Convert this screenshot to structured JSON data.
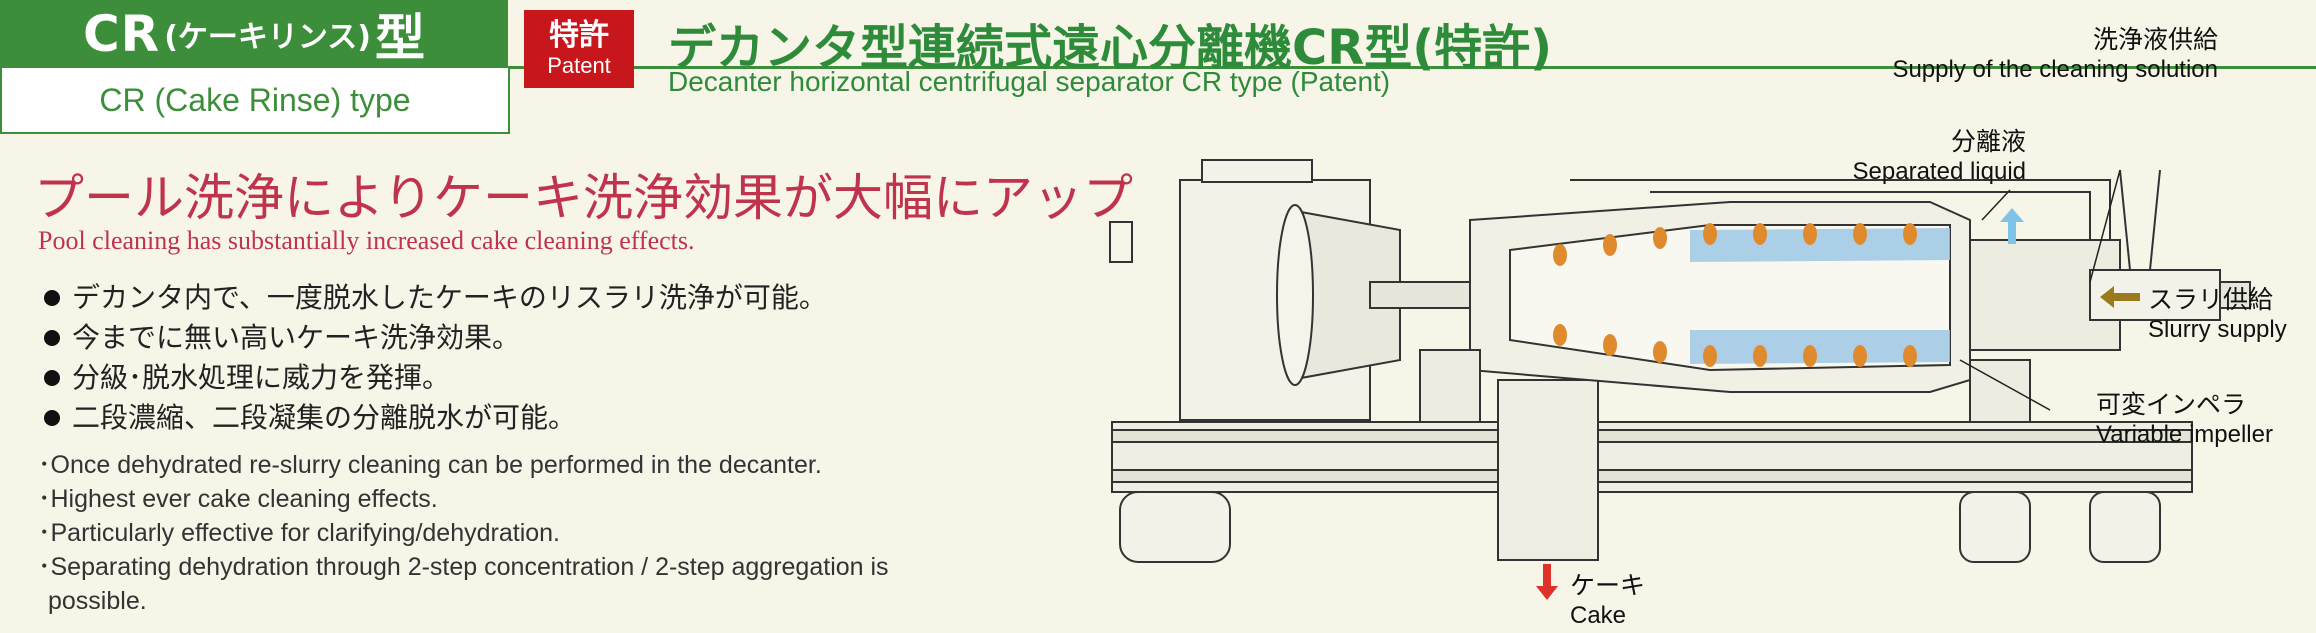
{
  "badge": {
    "cr": "CR",
    "paren_text": "(ケーキリンス)",
    "kata": "型",
    "subtitle": "CR (Cake Rinse) type"
  },
  "patent": {
    "jp": "特許",
    "en": "Patent"
  },
  "title": {
    "jp": "デカンタ型連続式遠心分離機CR型(特許)",
    "en": "Decanter horizontal centrifugal separator CR type (Patent)"
  },
  "headline": {
    "jp": "プール洗浄によりケーキ洗浄効果が大幅にアップ",
    "en": "Pool cleaning has substantially increased cake cleaning effects."
  },
  "bullets_jp": [
    "デカンタ内で、一度脱水したケーキのリスラリ洗浄が可能。",
    "今までに無い高いケーキ洗浄効果。",
    "分級･脱水処理に威力を発揮。",
    "二段濃縮、二段凝集の分離脱水が可能。"
  ],
  "notes_en": [
    "･Once dehydrated re-slurry cleaning can be performed in the decanter.",
    "･Highest ever cake cleaning effects.",
    "･Particularly effective for clarifying/dehydration.",
    "･Separating dehydration through 2-step concentration / 2-step aggregation is possible."
  ],
  "labels": {
    "cleaning_jp": "洗浄液供給",
    "cleaning_en": "Supply of the cleaning solution",
    "separated_jp": "分離液",
    "separated_en": "Separated liquid",
    "slurry_jp": "スラリ供給",
    "slurry_en": "Slurry supply",
    "impeller_jp": "可変インペラ",
    "impeller_en": "Variable impeller",
    "cake_jp": "ケーキ",
    "cake_en": "Cake"
  },
  "colors": {
    "green": "#3d8e3b",
    "red": "#c8161d",
    "headline": "#c0334d",
    "arrow_blue": "#7fc4e8",
    "arrow_gold": "#9a7a1e",
    "arrow_red": "#e0302a"
  }
}
